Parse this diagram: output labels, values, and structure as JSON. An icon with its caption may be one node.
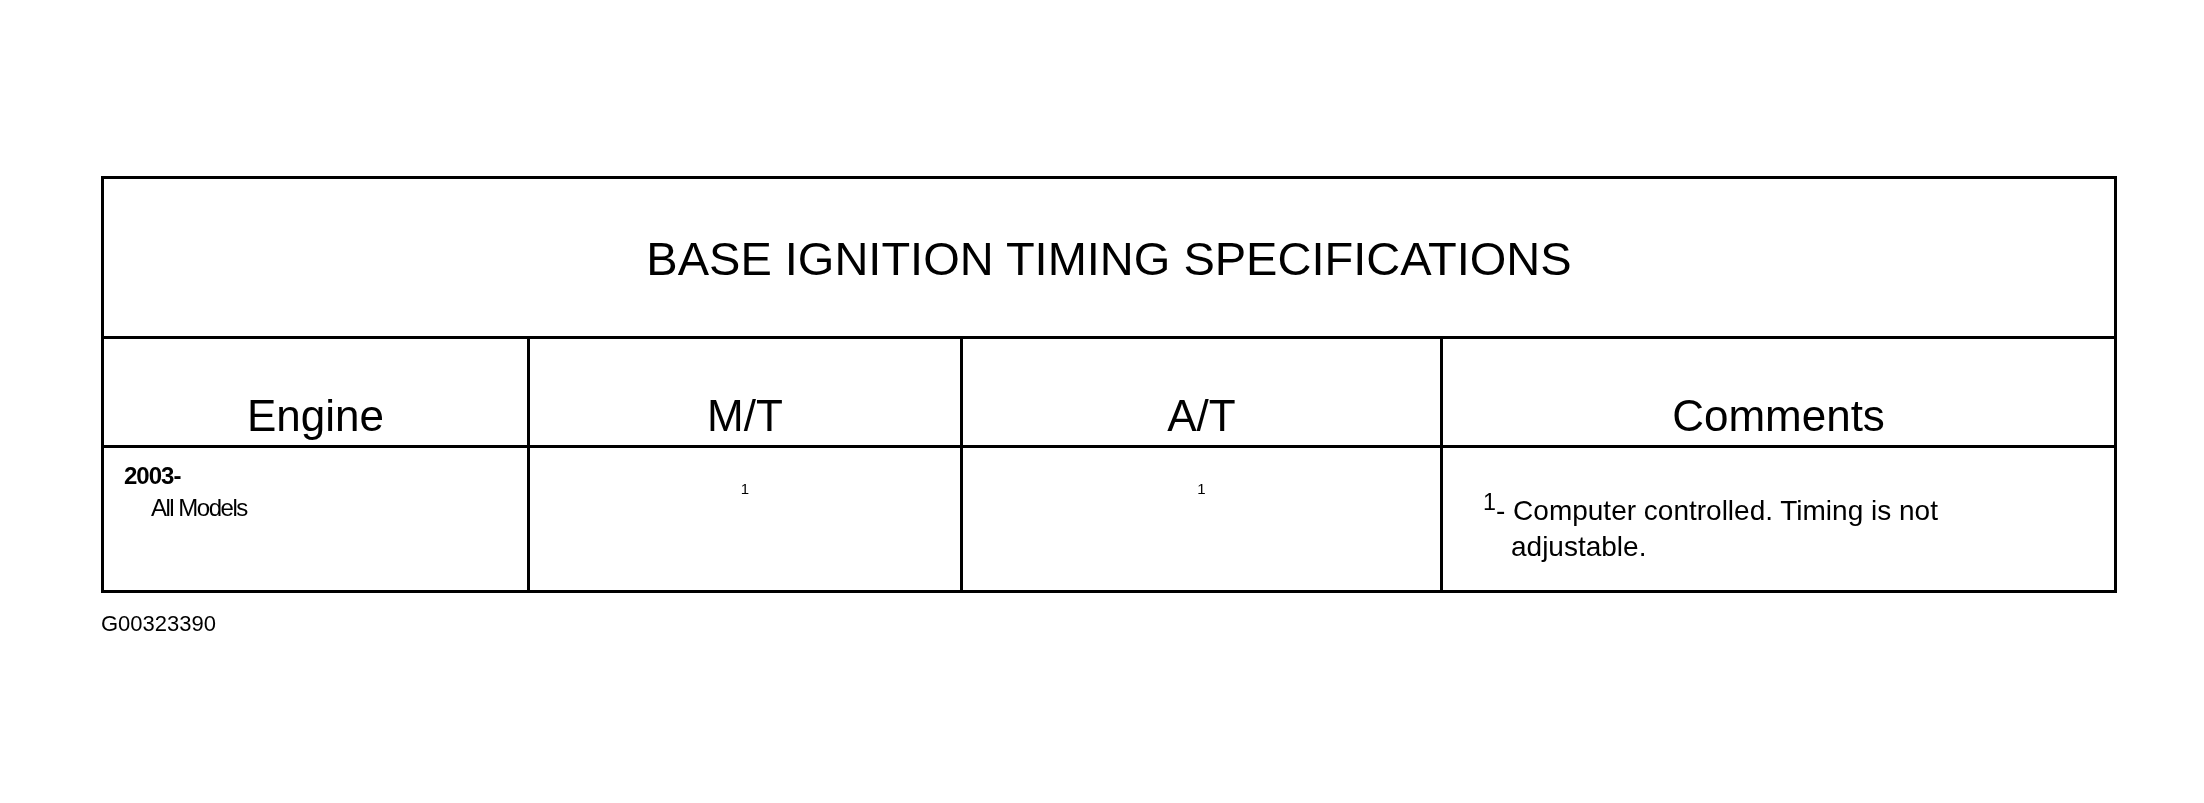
{
  "diagram": {
    "title": "BASE IGNITION TIMING SPECIFICATIONS",
    "labels": [
      "Engine",
      "M/T",
      "A/T",
      "Comments",
      "2003-",
      "All Models",
      "1",
      "1",
      "$^{1}$- Computer controlled. Timing is not adjustable.",
      "G00323390"
    ]
  }
}
